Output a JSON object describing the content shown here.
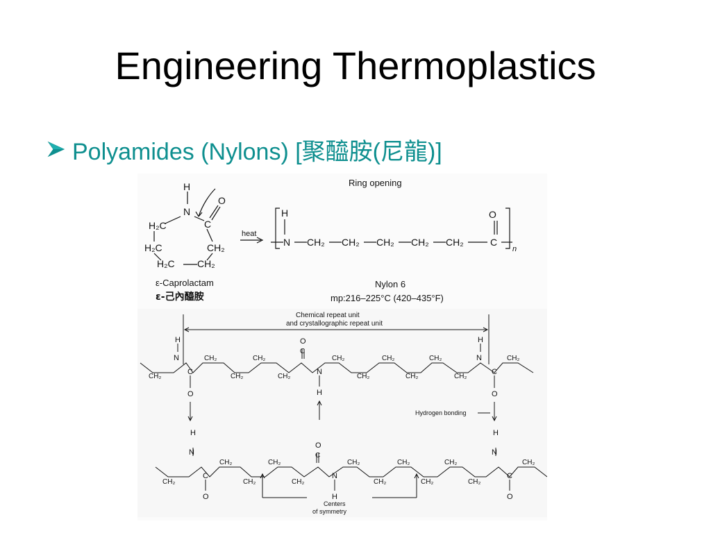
{
  "slide": {
    "title": "Engineering Thermoplastics",
    "bullet_text": "Polyamides (Nylons) [聚醯胺(尼龍)]",
    "accent_color": "#0e8f8f"
  },
  "reaction": {
    "ring_opening_label": "Ring opening",
    "heat_label": "heat",
    "reactant_name": "ε-Caprolactam",
    "reactant_name_cn": "ε-己內醯胺",
    "product_name": "Nylon 6",
    "product_mp": "mp:216–225°C (420–435°F)",
    "repeat_subscript": "n"
  },
  "chain_diagram": {
    "repeat_unit_label_1": "Chemical repeat unit",
    "repeat_unit_label_2": "and crystallographic repeat unit",
    "hydrogen_bonding_label": "Hydrogen bonding",
    "symmetry_label_1": "Centers",
    "symmetry_label_2": "of symmetry"
  }
}
